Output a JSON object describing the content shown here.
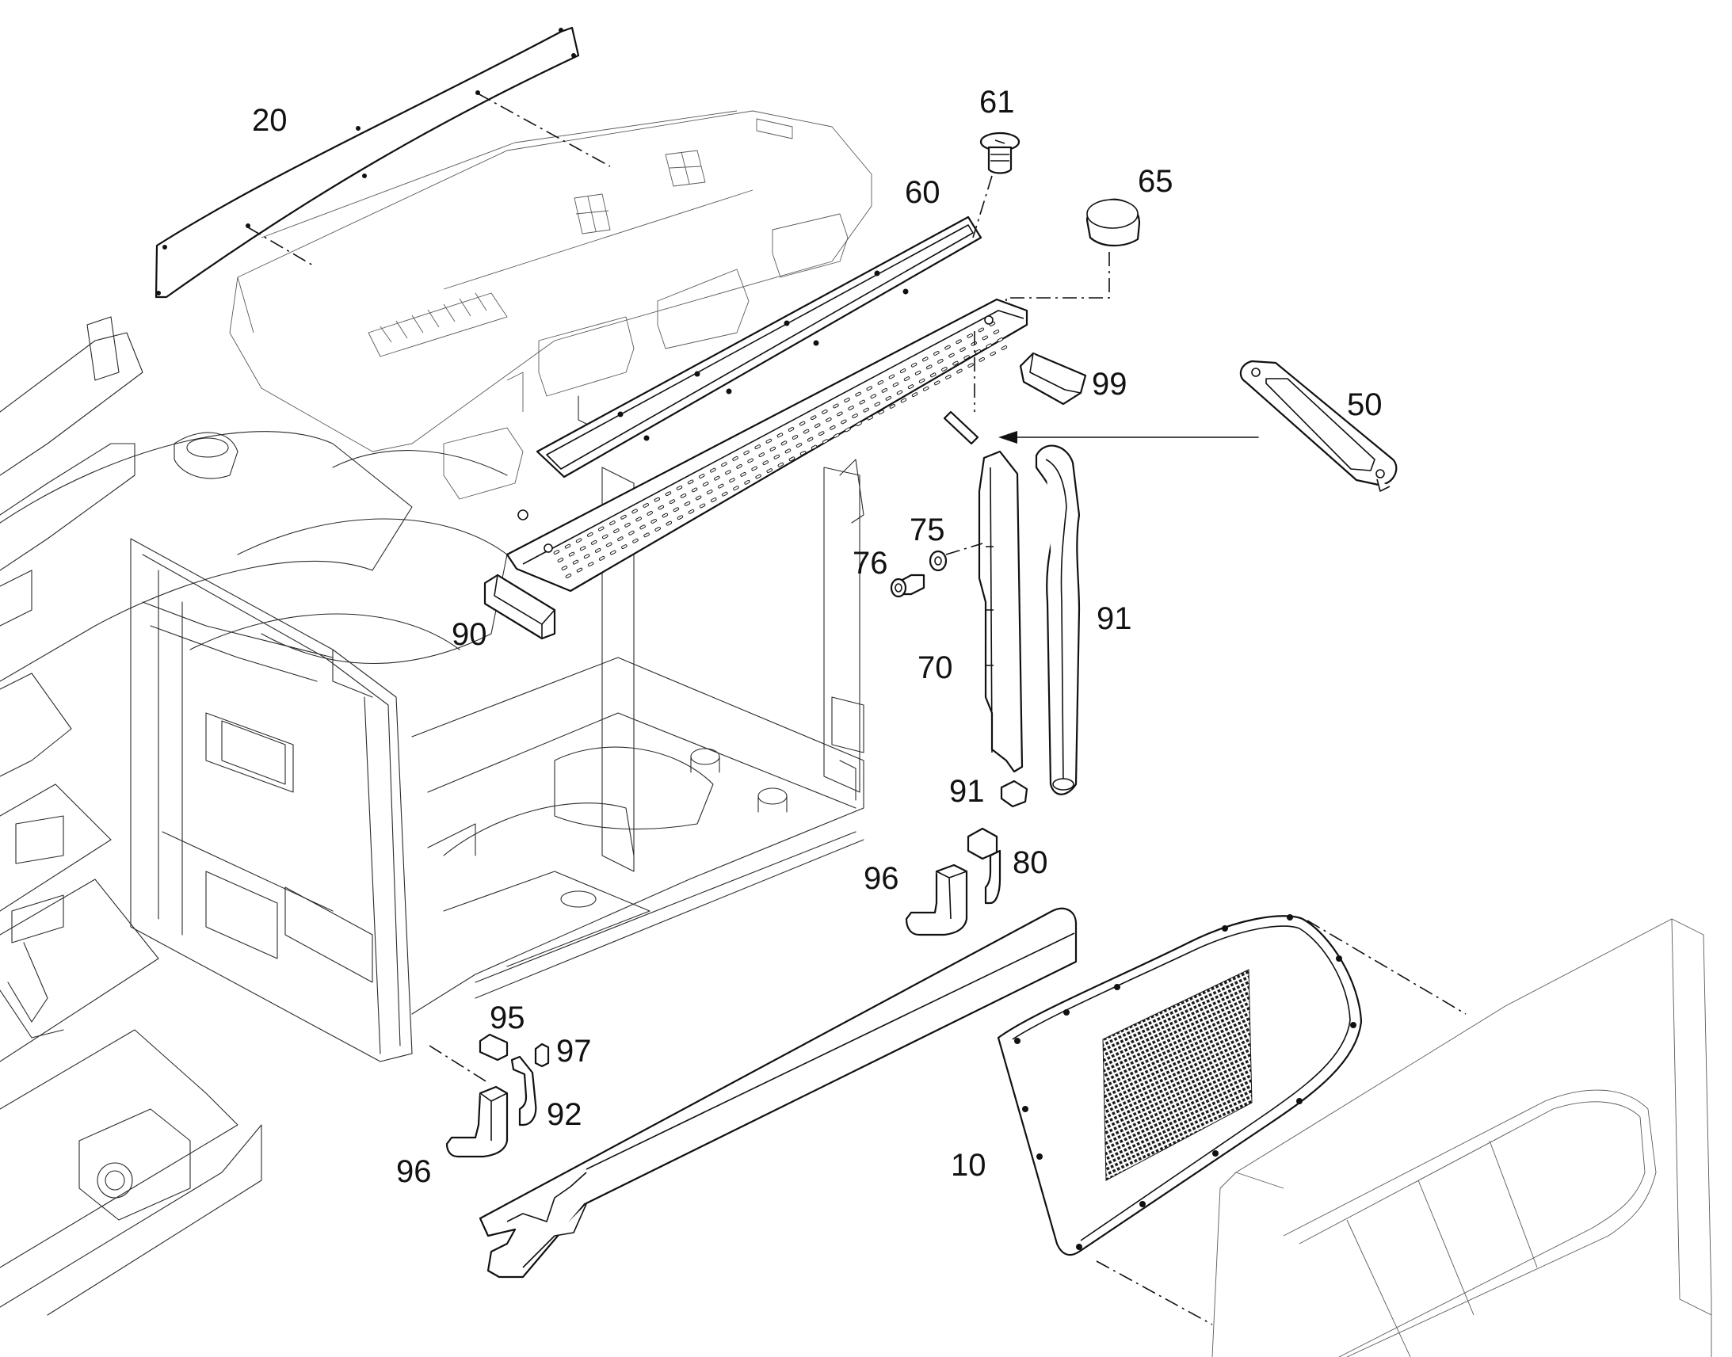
{
  "callouts": [
    {
      "id": "c20",
      "text": "20"
    },
    {
      "id": "c61",
      "text": "61"
    },
    {
      "id": "c60",
      "text": "60"
    },
    {
      "id": "c65",
      "text": "65"
    },
    {
      "id": "c99",
      "text": "99"
    },
    {
      "id": "c50",
      "text": "50"
    },
    {
      "id": "c75",
      "text": "75"
    },
    {
      "id": "c76",
      "text": "76"
    },
    {
      "id": "c90",
      "text": "90"
    },
    {
      "id": "c91a",
      "text": "91"
    },
    {
      "id": "c70",
      "text": "70"
    },
    {
      "id": "c91b",
      "text": "91"
    },
    {
      "id": "c80",
      "text": "80"
    },
    {
      "id": "c96a",
      "text": "96"
    },
    {
      "id": "c95",
      "text": "95"
    },
    {
      "id": "c97",
      "text": "97"
    },
    {
      "id": "c92",
      "text": "92"
    },
    {
      "id": "c96b",
      "text": "96"
    },
    {
      "id": "c10",
      "text": "10"
    }
  ]
}
